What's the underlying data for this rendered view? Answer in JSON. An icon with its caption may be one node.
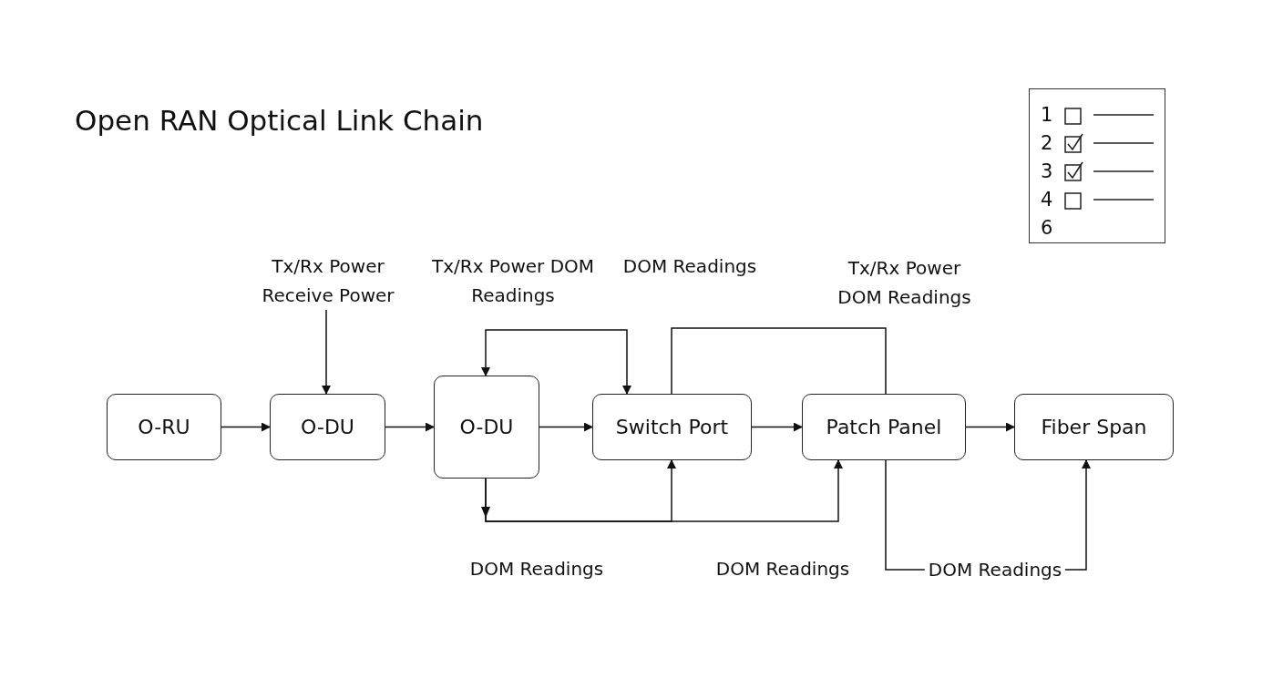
{
  "diagram": {
    "title": "Open RAN Optical Link Chain",
    "nodes": [
      {
        "text": [
          "O-RU"
        ]
      },
      {
        "text": [
          "O-DU"
        ]
      },
      {
        "text": [
          "O-DU"
        ]
      },
      {
        "text": [
          "Switch Port"
        ]
      },
      {
        "text": [
          "Patch Panel"
        ]
      },
      {
        "text": [
          "Fiber Span"
        ]
      },
      {
        "text": [
          "Tx/Rx Power",
          "Receive Power"
        ]
      },
      {
        "text": [
          "1",
          "2",
          "3",
          "4",
          "6"
        ]
      }
    ],
    "edges": [
      {
        "from": 0,
        "to": 1,
        "arrow": "to"
      },
      {
        "from": 1,
        "to": 2,
        "arrow": "to"
      },
      {
        "from": 2,
        "to": 3,
        "arrow": "to"
      },
      {
        "from": 3,
        "to": 4,
        "arrow": "to"
      },
      {
        "from": 4,
        "to": 5,
        "arrow": "to"
      },
      {
        "from": 6,
        "to": 1,
        "arrow": "to"
      },
      {
        "from": 2,
        "to": 3,
        "arrow": "both"
      },
      {
        "from": 3,
        "to": 4,
        "arrow": "none"
      },
      {
        "from": 2,
        "to": 3,
        "arrow": "to"
      },
      {
        "from": 2,
        "to": 4,
        "arrow": "to"
      },
      {
        "from": 4,
        "to": 5,
        "arrow": "to",
        "label": "DOM Readings"
      }
    ],
    "labels": [
      "Tx/Rx Power DOM Readings",
      "DOM Readings",
      "Tx/Rx Power DOM Readings",
      "DOM Readings",
      "DOM Readings"
    ]
  }
}
